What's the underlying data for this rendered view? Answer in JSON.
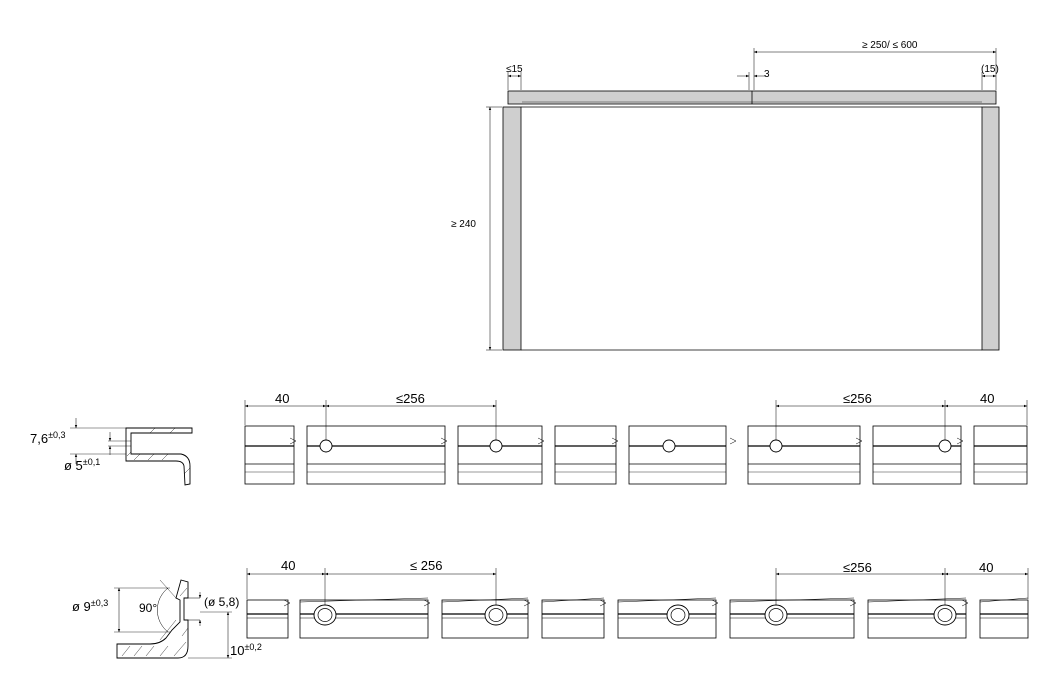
{
  "top_view": {
    "gap_left": "≤15",
    "gap_center": "3",
    "gap_right": "(15)",
    "span": "≥ 250/ ≤ 600",
    "height": "≥ 240"
  },
  "profile_a": {
    "height_value": "7,6",
    "height_tol": "±0,3",
    "hole_value": "ø 5",
    "hole_tol": "±0,1"
  },
  "rail_a": {
    "edge_left": "40",
    "spacing_left": "≤256",
    "spacing_right": "≤256",
    "edge_right": "40"
  },
  "profile_b": {
    "dia_value": "ø 9",
    "dia_tol": "±0,3",
    "angle": "90°",
    "hole": "(ø 5,8)",
    "height_value": "10",
    "height_tol": "±0,2"
  },
  "rail_b": {
    "edge_left": "40",
    "spacing_left": "≤ 256",
    "spacing_right": "≤256",
    "edge_right": "40"
  },
  "colors": {
    "panel_fill": "#cfcfcf",
    "line": "#000000"
  }
}
